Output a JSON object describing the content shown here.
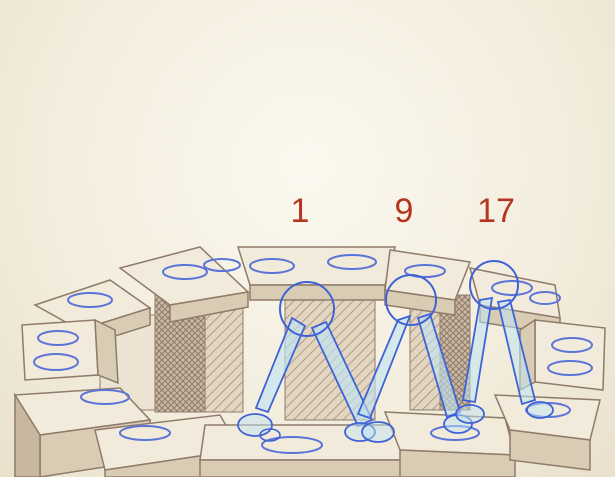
{
  "frame_labels": [
    "1",
    "9",
    "17"
  ],
  "colors": {
    "paper": "#f4efe2",
    "pencil": "#8f7b6a",
    "block_top": "#f2eadb",
    "block_side": "#d9ccb4",
    "hatch": "#b9a793",
    "blue_pencil": "#3f63d6",
    "cyan_fill": "#bfe3f2",
    "label_red": "#b5361f"
  }
}
